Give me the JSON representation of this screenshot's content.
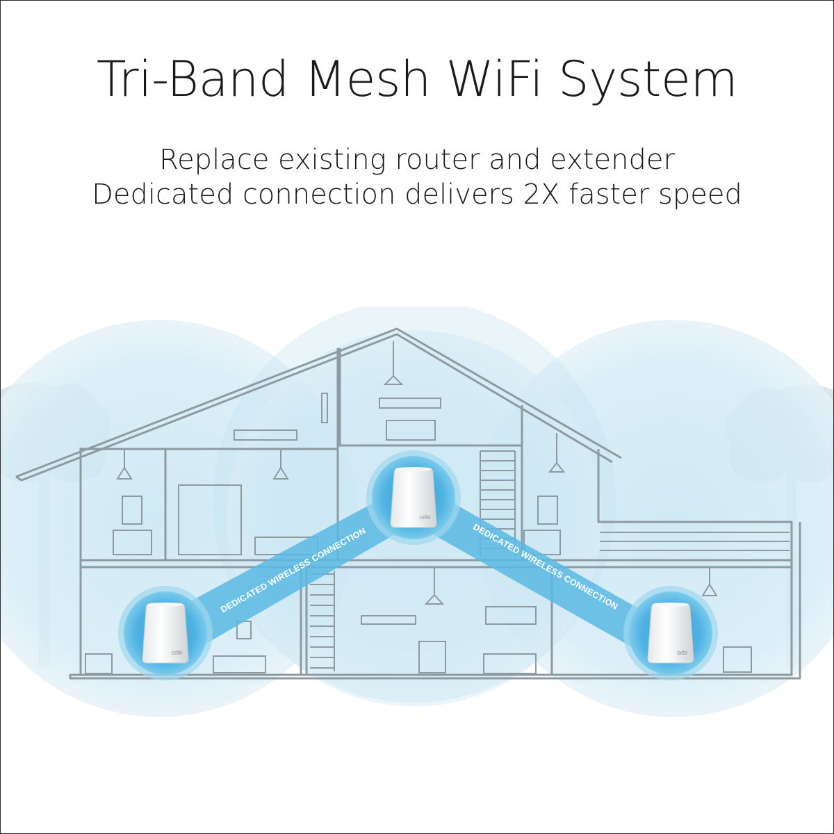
{
  "header": {
    "title": "Tri-Band Mesh WiFi System",
    "subtitle_lines": [
      "Replace existing router and extender",
      "Dedicated connection delivers 2X faster speed"
    ]
  },
  "diagram": {
    "connection_left_label": "DEDICATED WIRELESS CONNECTION",
    "connection_right_label": "DEDICATED WIRELESS CONNECTION",
    "router_brand": "orbi",
    "satellite_left_brand": "orbi",
    "satellite_right_brand": "orbi"
  },
  "colors": {
    "coverage": "#d3ebf5",
    "coverage_edge": "#bfe0ee",
    "link_band": "#4fb3e0",
    "node_ring": "#7ccbec",
    "house_line": "#8f9aa1",
    "tree": "#d6e1e7"
  },
  "icons": [
    "orbi-router-icon",
    "orbi-satellite-icon",
    "tree-icon",
    "lamp-icon",
    "house-icon"
  ]
}
